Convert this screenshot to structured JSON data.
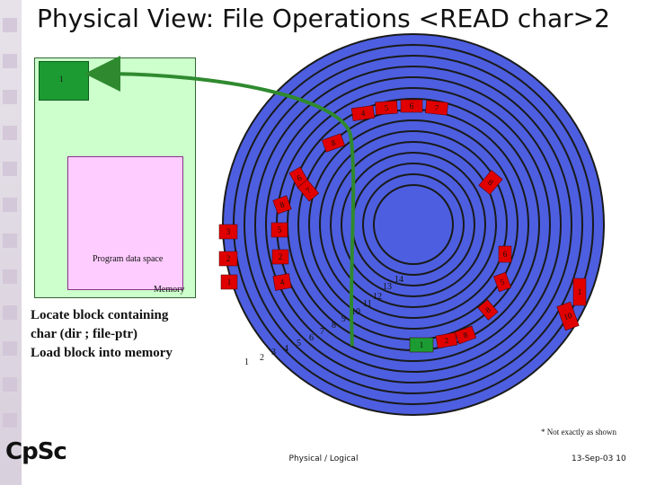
{
  "title": "Physical View: File Operations <READ char>2",
  "memory": {
    "block_label": "1",
    "program_data_space": "Program data space",
    "memory_label": "Memory"
  },
  "locate_text": [
    "Locate block containing",
    "char (dir ; file-ptr)",
    "Load block into memory"
  ],
  "disk": {
    "top_blocks": [
      "4",
      "5",
      "6",
      "7"
    ],
    "top_mid_block": "8",
    "upper_left_blocks": [
      "6",
      "7"
    ],
    "left_col_blocks": [
      "8",
      "3",
      "1"
    ],
    "center_col_blocks": [
      "5",
      "2",
      "4"
    ],
    "right_blocks": [
      "8",
      "6",
      "5",
      "8"
    ],
    "far_right_labels": [
      "1",
      "10"
    ],
    "green_block": "1",
    "green_next": "2",
    "track_numbers": [
      "1",
      "2",
      "3",
      "4",
      "5",
      "6",
      "7",
      "8",
      "9",
      "10",
      "11",
      "12",
      "13",
      "14"
    ]
  },
  "note": "* Not exactly as shown",
  "footer": {
    "center": "Physical / Logical",
    "date": "13-Sep-03",
    "page": "10"
  },
  "logo": "CpSc",
  "colors": {
    "disk": "#4d5fe0",
    "ring": "#1a1a1a",
    "block_red": "#e00000",
    "block_green": "#1d9b33",
    "memory_bg": "#ccffcc",
    "pds_bg": "#ffccff"
  }
}
